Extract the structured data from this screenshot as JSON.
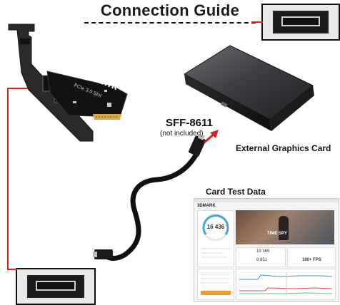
{
  "title": "Connection Guide",
  "pcie_card": {
    "brand": "OCuLink",
    "sub": "PCIe 3.0 Slot"
  },
  "cable_label": "SFF-8611",
  "cable_note": "(not included)",
  "egpu_label": "External Graphics Card",
  "test_data_label": "Card Test Data",
  "benchmark": {
    "logo": "3DMARK",
    "score": "16 436",
    "test_name": "TIME SPY",
    "graphics_score": "19 365",
    "cpu_score": "8 851",
    "fps": "100+ FPS"
  },
  "colors": {
    "accent_red": "#d22222",
    "dark": "#1a1a1a",
    "orange": "#f39a2c"
  }
}
